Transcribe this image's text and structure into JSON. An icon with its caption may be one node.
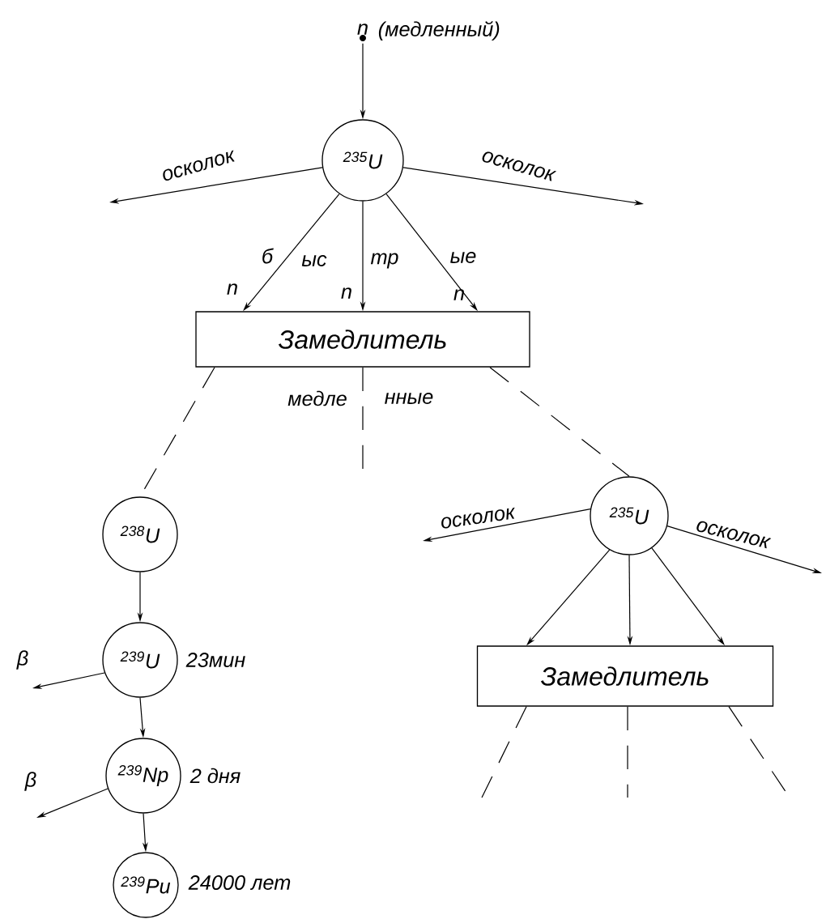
{
  "diagram": {
    "nodes": [
      {
        "text": [
          "n"
        ],
        "beside": [
          "(медленный)"
        ]
      },
      {
        "text": [
          "$^{235}$U"
        ]
      },
      {
        "text": [
          "Замедлитель"
        ]
      },
      {
        "text": [
          "$^{238}$U"
        ]
      },
      {
        "text": [
          "$^{239}$U"
        ],
        "beside": [
          "23мин"
        ]
      },
      {
        "text": [
          "$^{239}$Np"
        ],
        "beside": [
          "2 дня"
        ]
      },
      {
        "text": [
          "$^{239}$Pu"
        ],
        "beside": [
          "24000 лет"
        ]
      },
      {
        "text": [
          "$^{235}$U"
        ]
      },
      {
        "text": [
          "Замедлитель"
        ]
      }
    ],
    "edges": [
      {
        "from": 0,
        "to": 1,
        "arrow": "to"
      },
      {
        "from": 1,
        "to": null,
        "arrow": "to",
        "label": "осколок"
      },
      {
        "from": 1,
        "to": null,
        "arrow": "to",
        "label": "осколок"
      },
      {
        "from": 1,
        "to": 2,
        "arrow": "to",
        "label": "n"
      },
      {
        "from": 1,
        "to": 2,
        "arrow": "to",
        "label": "n"
      },
      {
        "from": 1,
        "to": 2,
        "arrow": "to",
        "label": "n"
      },
      {
        "from": 2,
        "to": 3,
        "arrow": "none",
        "style": "dashed"
      },
      {
        "from": 2,
        "to": null,
        "arrow": "none",
        "style": "dashed"
      },
      {
        "from": 2,
        "to": 7,
        "arrow": "none",
        "style": "dashed"
      },
      {
        "from": 3,
        "to": 4,
        "arrow": "to"
      },
      {
        "from": 4,
        "to": null,
        "arrow": "to",
        "label": "β"
      },
      {
        "from": 4,
        "to": 5,
        "arrow": "to"
      },
      {
        "from": 5,
        "to": null,
        "arrow": "to",
        "label": "β"
      },
      {
        "from": 5,
        "to": 6,
        "arrow": "to"
      },
      {
        "from": 7,
        "to": null,
        "arrow": "to",
        "label": "осколок"
      },
      {
        "from": 7,
        "to": null,
        "arrow": "to",
        "label": "осколок"
      },
      {
        "from": 7,
        "to": 8,
        "arrow": "to"
      },
      {
        "from": 7,
        "to": 8,
        "arrow": "to"
      },
      {
        "from": 7,
        "to": 8,
        "arrow": "to"
      },
      {
        "from": 8,
        "to": null,
        "arrow": "none",
        "style": "dashed"
      },
      {
        "from": 8,
        "to": null,
        "arrow": "none",
        "style": "dashed"
      },
      {
        "from": 8,
        "to": null,
        "arrow": "none",
        "style": "dashed"
      }
    ],
    "labels": [
      "б",
      "ыс",
      "тр",
      "ые",
      "медле",
      "нные"
    ]
  }
}
